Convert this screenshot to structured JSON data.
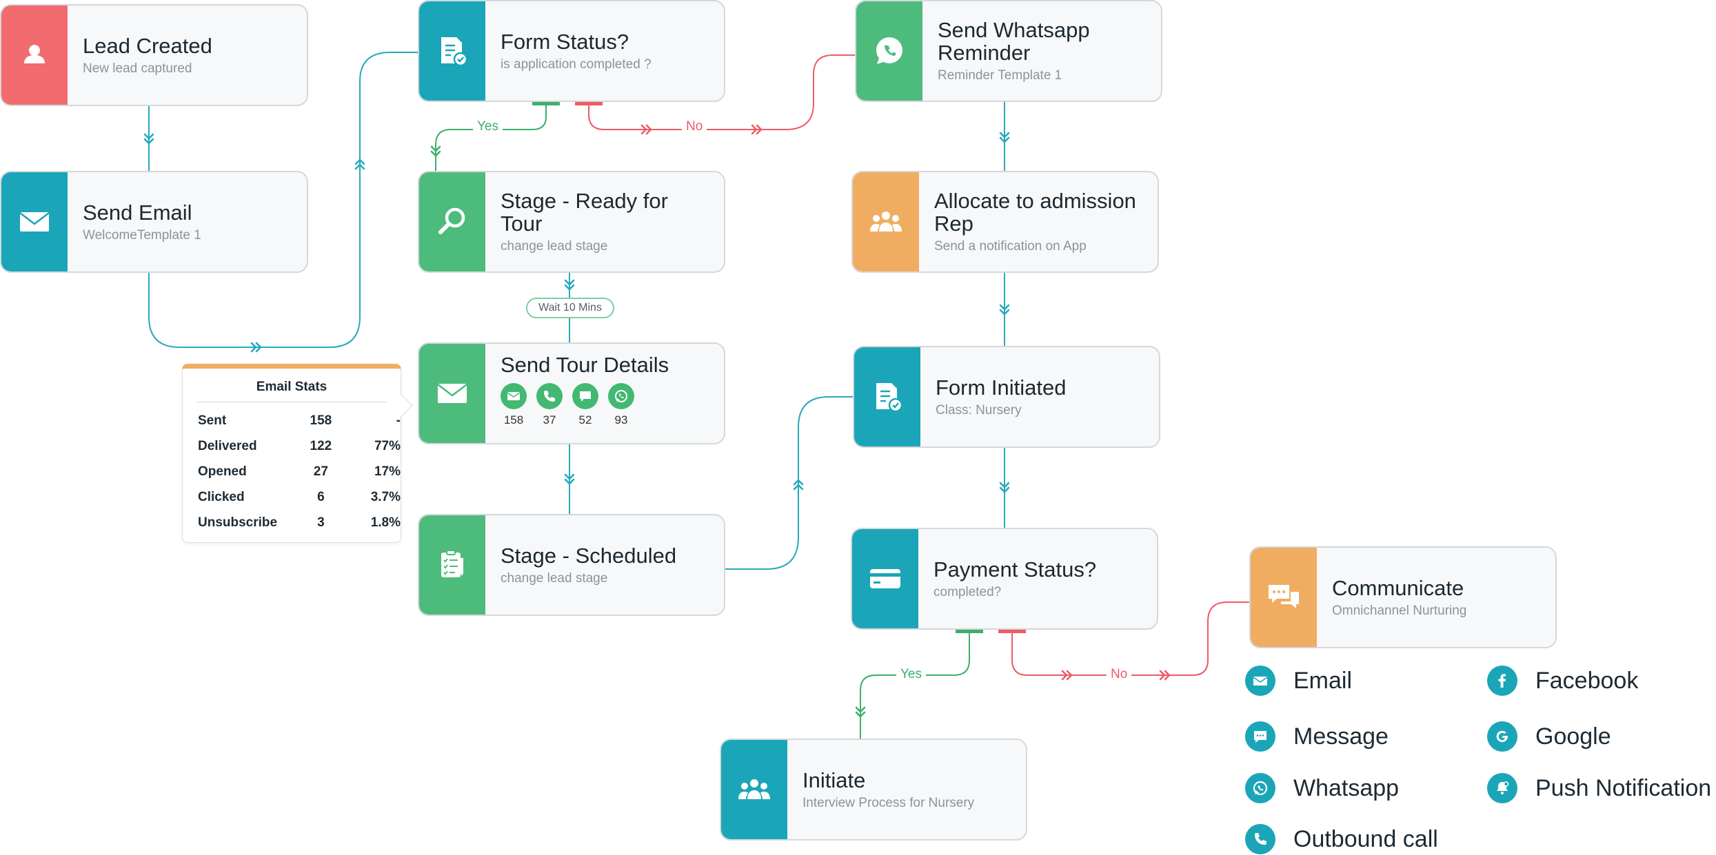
{
  "nodes": {
    "lead_created": {
      "title": "Lead Created",
      "subtitle": "New lead captured",
      "icon": "user-icon",
      "color": "#f16b6f"
    },
    "send_email": {
      "title": "Send Email",
      "subtitle": "WelcomeTemplate 1",
      "icon": "envelope-icon",
      "color": "#1ba5b9"
    },
    "form_status": {
      "title": "Form Status?",
      "subtitle": "is application completed ?",
      "icon": "form-check-icon",
      "color": "#1ba5b9"
    },
    "ready_for_tour": {
      "title": "Stage - Ready for Tour",
      "subtitle": "change lead stage",
      "icon": "magnifier-icon",
      "color": "#4dbb7c"
    },
    "send_tour_details": {
      "title": "Send Tour Details",
      "icon": "envelope-icon",
      "color": "#4dbb7c",
      "channels": [
        {
          "icon": "envelope-icon",
          "count": "158"
        },
        {
          "icon": "phone-icon",
          "count": "37"
        },
        {
          "icon": "chat-icon",
          "count": "52"
        },
        {
          "icon": "whatsapp-icon",
          "count": "93"
        }
      ]
    },
    "stage_scheduled": {
      "title": "Stage - Scheduled",
      "subtitle": "change lead stage",
      "icon": "clipboard-icon",
      "color": "#4dbb7c"
    },
    "whatsapp_reminder": {
      "title": "Send Whatsapp Reminder",
      "subtitle": "Reminder Template 1",
      "icon": "whatsapp-icon",
      "color": "#4dbb7c"
    },
    "allocate_rep": {
      "title": "Allocate to admission Rep",
      "subtitle": "Send a notification on App",
      "icon": "group-icon",
      "color": "#f0ad62"
    },
    "form_initiated": {
      "title": "Form Initiated",
      "subtitle": "Class: Nursery",
      "icon": "form-check-icon",
      "color": "#1ba5b9"
    },
    "payment_status": {
      "title": "Payment Status?",
      "subtitle": "completed?",
      "icon": "card-icon",
      "color": "#1ba5b9"
    },
    "initiate": {
      "title": "Initiate",
      "subtitle": "Interview Process for Nursery",
      "icon": "group-icon",
      "color": "#1ba5b9"
    },
    "communicate": {
      "title": "Communicate",
      "subtitle": "Omnichannel Nurturing",
      "icon": "chat-bubbles-icon",
      "color": "#f0ad62"
    }
  },
  "edge_labels": {
    "form_yes": "Yes",
    "form_no": "No",
    "payment_yes": "Yes",
    "payment_no": "No",
    "wait": "Wait 10 Mins"
  },
  "email_stats": {
    "title": "Email Stats",
    "rows": [
      {
        "label": "Sent",
        "count": "158",
        "pct": "-"
      },
      {
        "label": "Delivered",
        "count": "122",
        "pct": "77%"
      },
      {
        "label": "Opened",
        "count": "27",
        "pct": "17%"
      },
      {
        "label": "Clicked",
        "count": "6",
        "pct": "3.7%"
      },
      {
        "label": "Unsubscribe",
        "count": "3",
        "pct": "1.8%"
      }
    ]
  },
  "legend": [
    {
      "label": "Email",
      "icon": "envelope-icon"
    },
    {
      "label": "Message",
      "icon": "chat-icon"
    },
    {
      "label": "Whatsapp",
      "icon": "whatsapp-icon"
    },
    {
      "label": "Outbound call",
      "icon": "phone-icon"
    },
    {
      "label": "Facebook",
      "icon": "facebook-icon"
    },
    {
      "label": "Google",
      "icon": "google-icon"
    },
    {
      "label": "Push Notification",
      "icon": "bell-icon"
    }
  ],
  "colors": {
    "connector": "#27a9bb",
    "yes": "#3cae6c",
    "no": "#ee5c63"
  }
}
